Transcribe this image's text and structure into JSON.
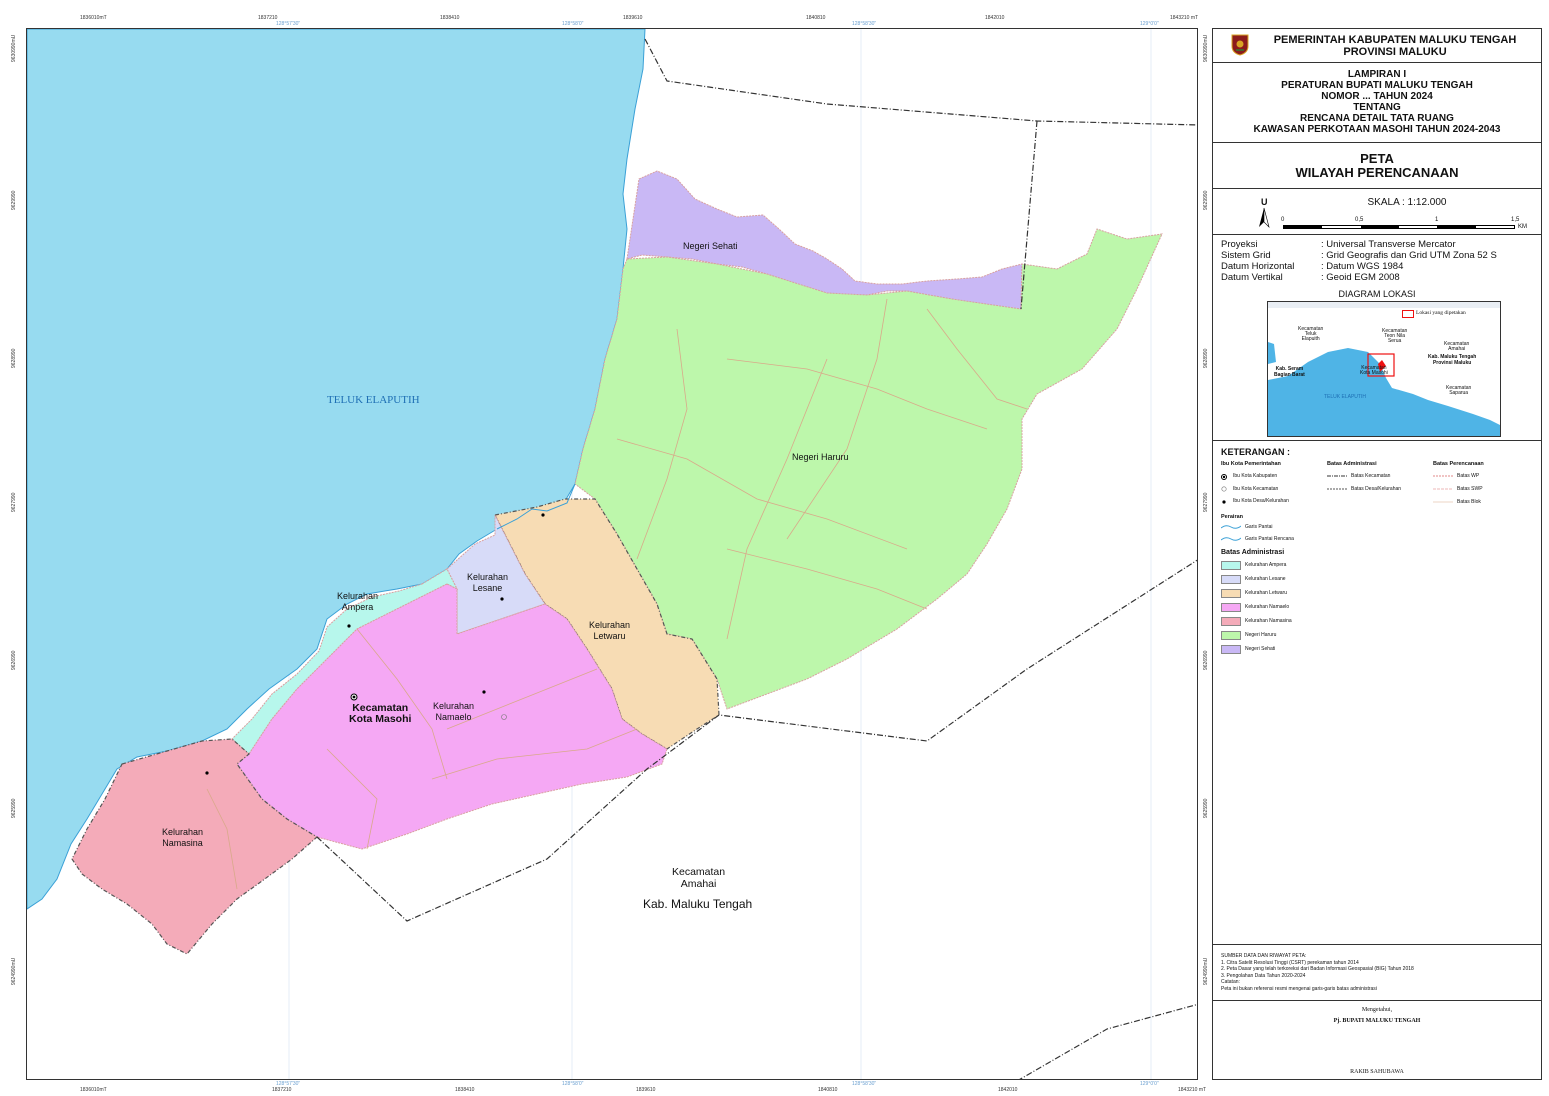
{
  "top_coords": [
    "1836010mT",
    "1837210",
    "1838410",
    "1839610",
    "1840810",
    "1842010",
    "1843210 mT"
  ],
  "top_degrees": [
    "128°57'30\"",
    "128°58'0\"",
    "128°58'30\"",
    "129°0'0\""
  ],
  "bottom_coords": [
    "1836010mT",
    "1837210",
    "1838410",
    "1839610",
    "1840810",
    "1842010",
    "1843210 mT"
  ],
  "bottom_degrees": [
    "128°57'30\"",
    "128°58'0\"",
    "128°58'30\"",
    "129°0'0\""
  ],
  "left_coords": [
    "9630990mU",
    "9629990",
    "9628990",
    "9627990",
    "9626990",
    "9625990",
    "9624990mU"
  ],
  "map_labels": {
    "bay": "TELUK ELAPUTIH",
    "sehati": "Negeri Sehati",
    "haruru": "Negeri Haruru",
    "lesane_1": "Kelurahan",
    "lesane_2": "Lesane",
    "ampera_1": "Kelurahan",
    "ampera_2": "Ampera",
    "letwaru_1": "Kelurahan",
    "letwaru_2": "Letwaru",
    "namaelo_1": "Kelurahan",
    "namaelo_2": "Namaelo",
    "kotamasohi_1": "Kecamatan",
    "kotamasohi_2": "Kota Masohi",
    "namasina_1": "Kelurahan",
    "namasina_2": "Namasina",
    "amahai_1": "Kecamatan",
    "amahai_2": "Amahai",
    "kab": "Kab. Maluku Tengah"
  },
  "header": {
    "line1": "PEMERINTAH KABUPATEN MALUKU TENGAH",
    "line2": "PROVINSI MALUKU"
  },
  "lampiran": [
    "LAMPIRAN I",
    "PERATURAN BUPATI MALUKU TENGAH",
    "NOMOR ... TAHUN 2024",
    "TENTANG",
    "RENCANA DETAIL TATA RUANG",
    "KAWASAN PERKOTAAN MASOHI TAHUN 2024-2043"
  ],
  "peta": {
    "line1": "PETA",
    "line2": "WILAYAH PERENCANAAN"
  },
  "scale": {
    "north": "U",
    "label": "SKALA :  1:12.000",
    "ticks": [
      "0",
      "0,5",
      "1",
      "1,5"
    ],
    "unit": "KM"
  },
  "projection": [
    {
      "k": "Proyeksi",
      "v": ": Universal Transverse Mercator"
    },
    {
      "k": "Sistem Grid",
      "v": ": Grid Geografis dan Grid UTM Zona 52 S"
    },
    {
      "k": "Datum Horizontal",
      "v": ": Datum WGS 1984"
    },
    {
      "k": "Datum Vertikal",
      "v": ": Geoid EGM 2008"
    }
  ],
  "diagram": {
    "title": "DIAGRAM LOKASI",
    "legend": "Lokasi yang dipetakan",
    "labels": {
      "teluk_1": "Kecamatan",
      "teluk_2": "Teluk",
      "teluk_3": "Elapuith",
      "teon_1": "Kecamatan",
      "teon_2": "Teon Nila",
      "teon_3": "Serua",
      "amahai_1": "Kecamatan",
      "amahai_2": "Amahai",
      "kab1": "Kab. Maluku Tengah",
      "kab2": "Provinsi Maluku",
      "seram_1": "Kab. Seram",
      "seram_2": "Bagian Barat",
      "kota_1": "Kecamatan",
      "kota_2": "Kota Masohi",
      "saparua_1": "Kecamatan",
      "saparua_2": "Saparua",
      "bay": "TELUK ELAPUTIH"
    }
  },
  "legend": {
    "title": "KETERANGAN :",
    "col1_title": "Ibu Kota Pemerintahan",
    "col1": [
      "Ibu Kota Kabupaten",
      "Ibu Kota Kecamatan",
      "Ibu Kota Desa/Kelurahan"
    ],
    "col2_title": "Batas Administrasi",
    "col2": [
      "Batas Kecamatan",
      "Batas Desa/Kelurahan"
    ],
    "col3_title": "Batas Perencanaan",
    "col3": [
      "Batas WP",
      "Batas SWP",
      "Batas Blok"
    ],
    "perairan_title": "Perairan",
    "perairan": [
      "Garis Pantai",
      "Garis Pantai Rencana"
    ],
    "admin_title": "Batas Administrasi",
    "admin": [
      {
        "label": "Kelurahan Ampera",
        "color": "#b7f7ec"
      },
      {
        "label": "Kelurahan Lesane",
        "color": "#d7dbf8"
      },
      {
        "label": "Kelurahan Letwaru",
        "color": "#f7dcb4"
      },
      {
        "label": "Kelurahan Namaelo",
        "color": "#f5a8f4"
      },
      {
        "label": "Kelurahan Namasina",
        "color": "#f4abb9"
      },
      {
        "label": "Negeri Haruru",
        "color": "#bdf7ab"
      },
      {
        "label": "Negeri Sehati",
        "color": "#c9b8f5"
      }
    ]
  },
  "sources": [
    "SUMBER DATA DAN RIWAYAT PETA:",
    "1. Citra Satelit Resolusi Tinggi (CSRT) perekaman tahun 2014",
    "2. Peta Dasar yang telah terkoreksi dari Badan Informasi Geospasial (BIG) Tahun 2018",
    "3. Pengolahan Data Tahun 2020-2024",
    "Catatan:",
    "Peta ini bukan referensi resmi mengenai garis-garis batas administrasi"
  ],
  "signature": {
    "mengetahui": "Mengetahui,",
    "title": "Pj. BUPATI MALUKU TENGAH",
    "name": "RAKIB SAHUBAWA"
  },
  "colors": {
    "sea": "#97dbf0",
    "ampera": "#b7f7ec",
    "lesane": "#d7dbf8",
    "letwaru": "#f7dcb4",
    "namaelo": "#f5a8f4",
    "namasina": "#f4abb9",
    "haruru": "#bdf7ab",
    "sehati": "#c9b8f5"
  }
}
